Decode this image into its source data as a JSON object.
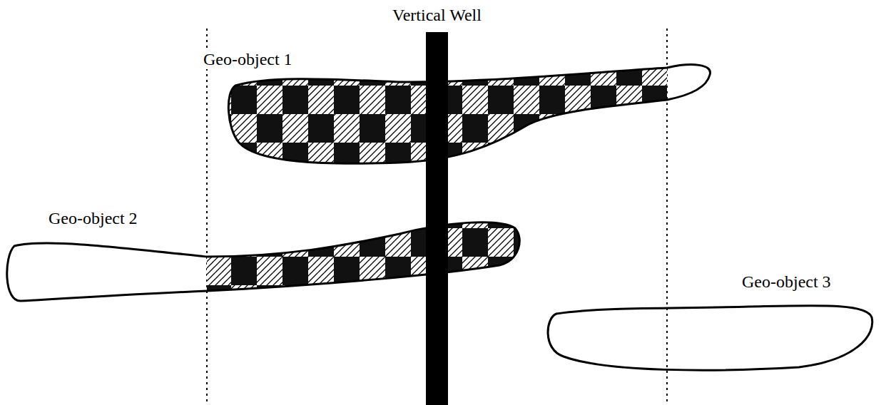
{
  "diagram": {
    "nodes": [
      {
        "text": [
          "Vertical Well"
        ]
      },
      {
        "text": [
          "Geo-object 1"
        ]
      },
      {
        "text": [
          "Geo-object 2"
        ]
      },
      {
        "text": [
          "Geo-object 3"
        ]
      }
    ]
  }
}
